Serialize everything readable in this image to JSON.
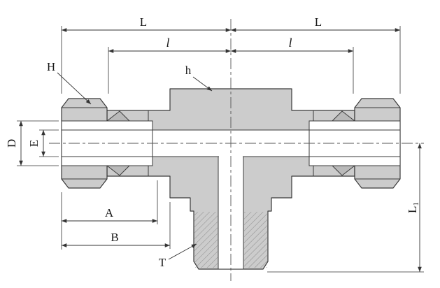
{
  "drawing": {
    "name": "branch-tee-tube-fitting-cross-section",
    "colors": {
      "outline": "#3a3a3a",
      "metal": "#cccccc",
      "ferrule": "#b9b9b9",
      "dimension": "#333333",
      "background": "#ffffff"
    },
    "labels": {
      "length_left": "L",
      "length_right": "L",
      "insert_left": "l",
      "insert_right": "l",
      "nut_size": "H",
      "body_hex": "h",
      "outer_diameter": "D",
      "bore_diameter": "E",
      "dim_a": "A",
      "dim_b": "B",
      "thread": "T",
      "branch_length_main": "L",
      "branch_length_sub": "1"
    }
  }
}
